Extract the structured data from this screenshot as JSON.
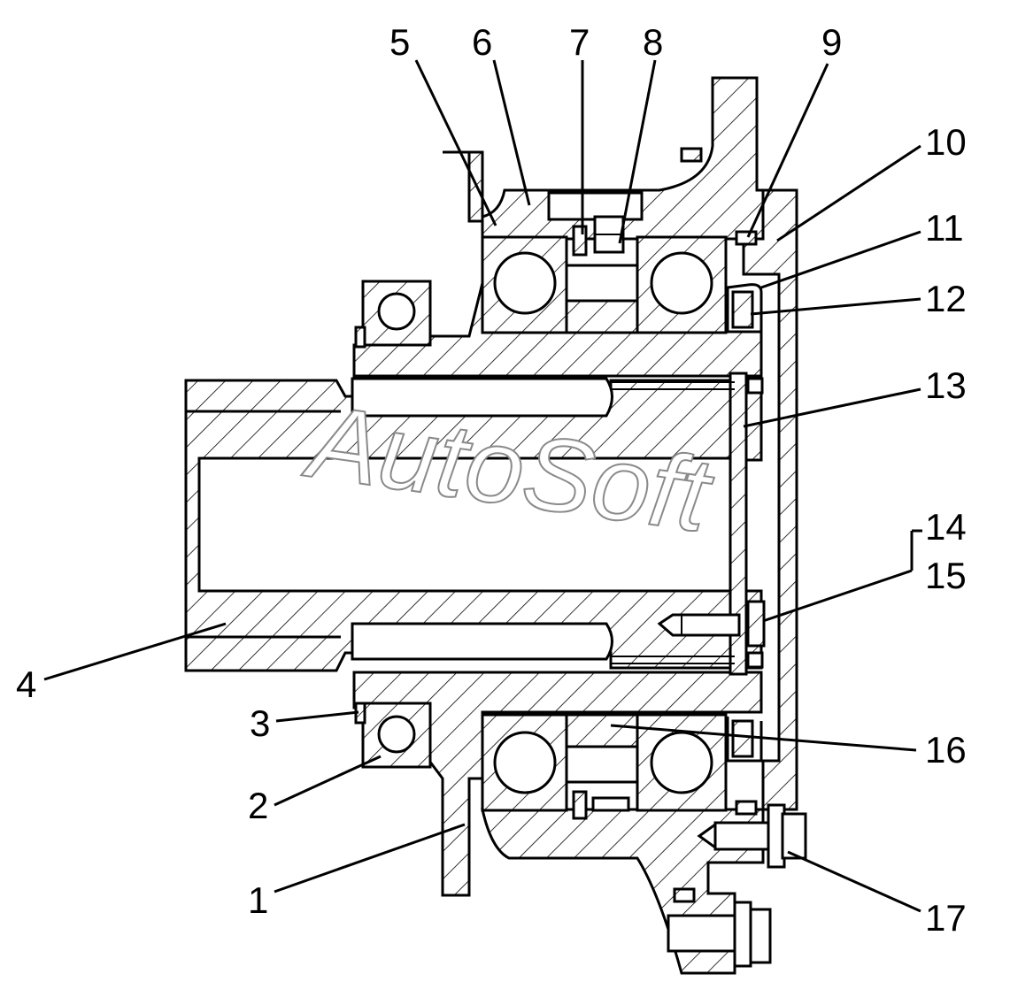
{
  "callouts": {
    "c1": "1",
    "c2": "2",
    "c3": "3",
    "c4": "4",
    "c5": "5",
    "c6": "6",
    "c7": "7",
    "c8": "8",
    "c9": "9",
    "c10": "10",
    "c11": "11",
    "c12": "12",
    "c13": "13",
    "c14": "14",
    "c15": "15",
    "c16": "16",
    "c17": "17"
  },
  "watermark": "AutoSoft"
}
